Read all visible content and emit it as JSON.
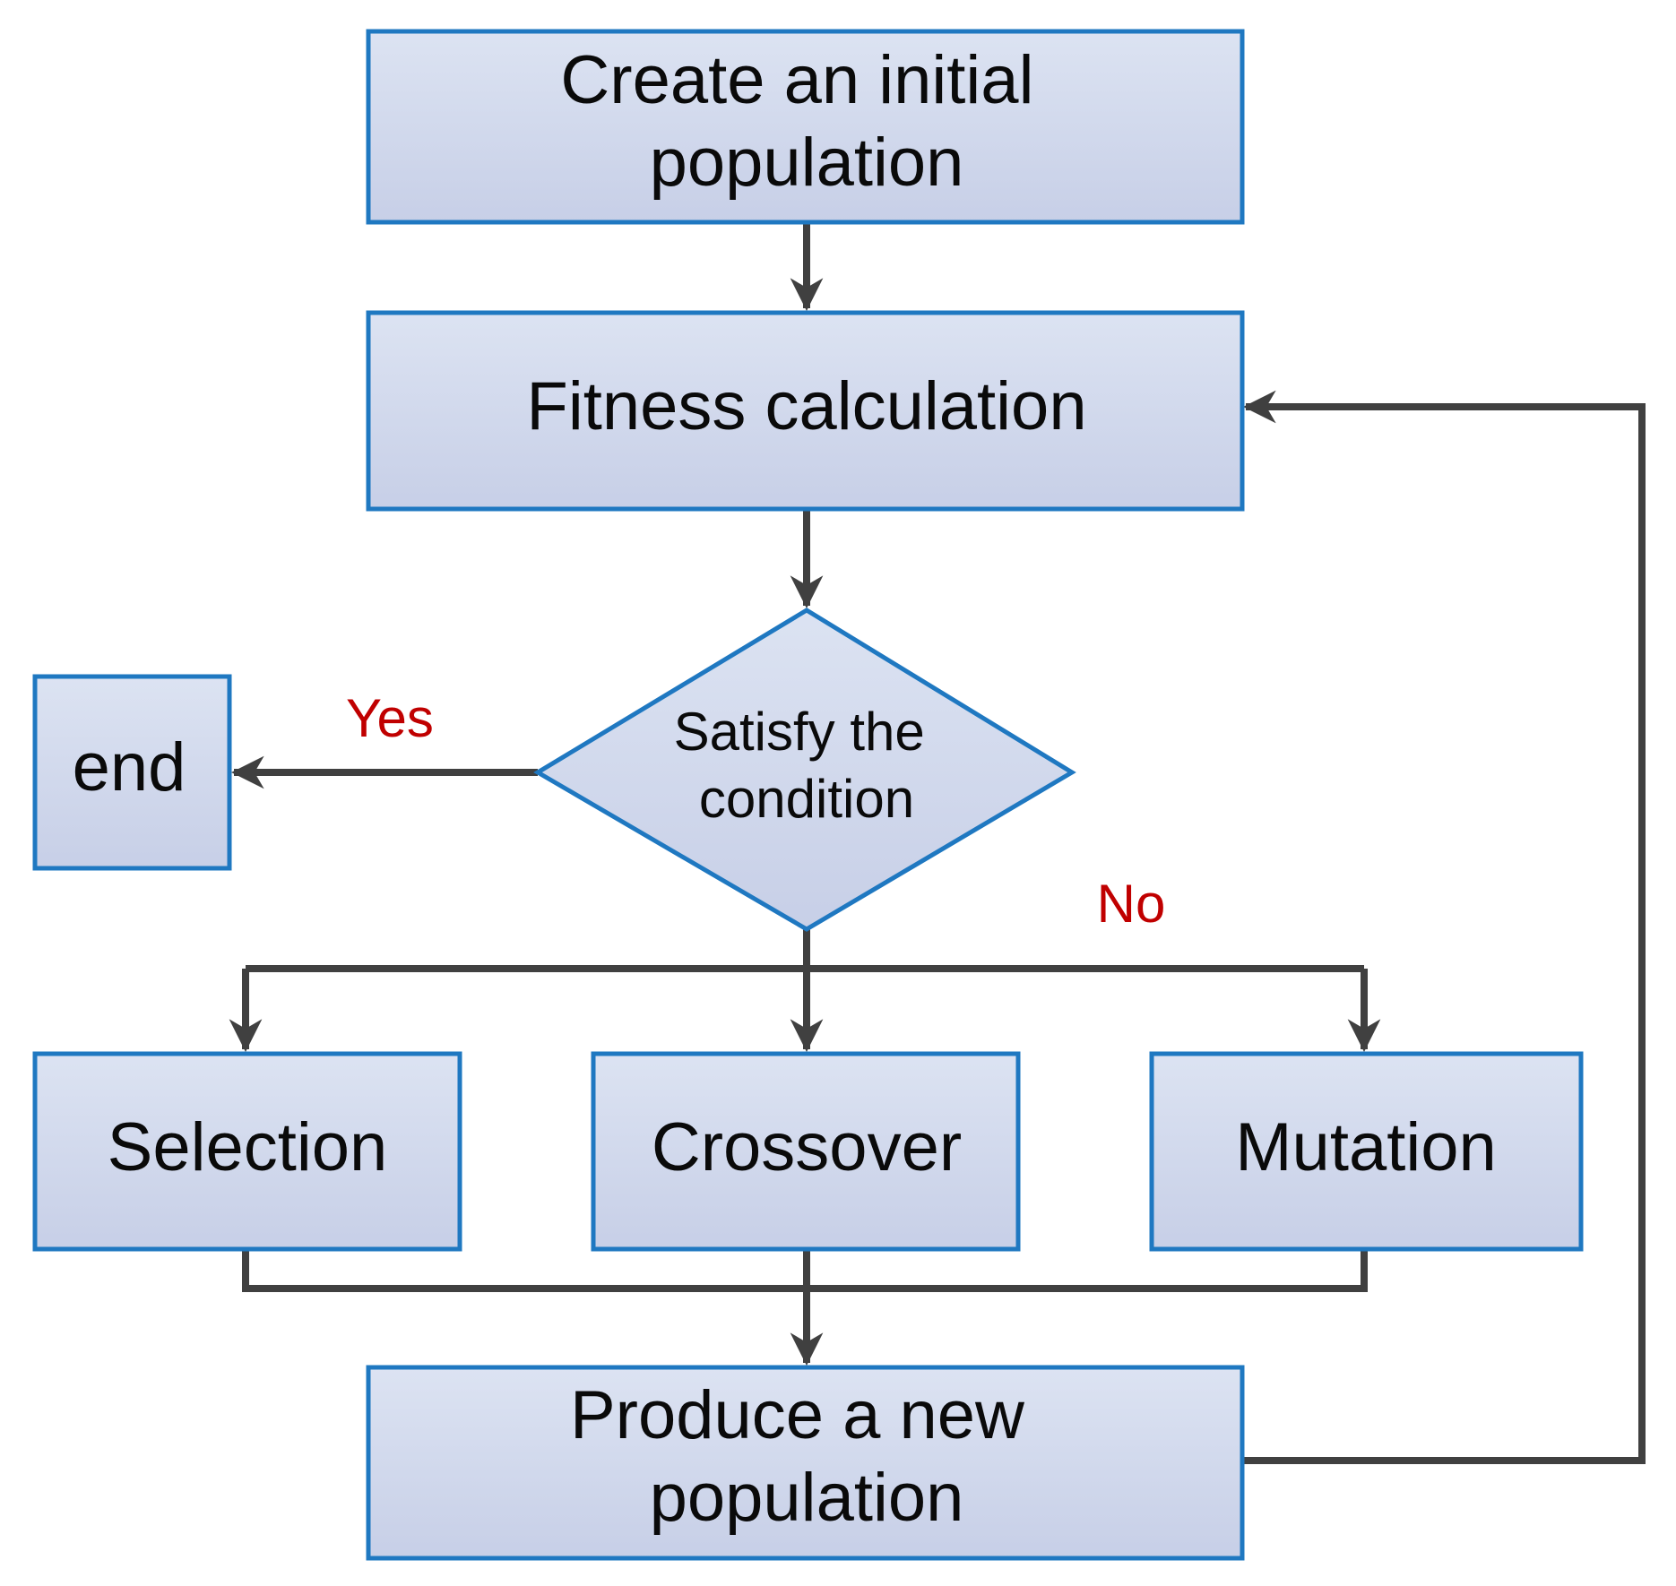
{
  "flowchart": {
    "nodes": {
      "create_initial_population": {
        "lines": [
          "Create an initial",
          "population"
        ]
      },
      "fitness_calculation": {
        "lines": [
          "Fitness calculation"
        ]
      },
      "satisfy_condition": {
        "lines": [
          "Satisfy the",
          "condition"
        ]
      },
      "end": {
        "lines": [
          "end"
        ]
      },
      "selection": {
        "lines": [
          "Selection"
        ]
      },
      "crossover": {
        "lines": [
          "Crossover"
        ]
      },
      "mutation": {
        "lines": [
          "Mutation"
        ]
      },
      "produce_new_population": {
        "lines": [
          "Produce a new",
          "population"
        ]
      }
    },
    "branch_labels": {
      "yes": "Yes",
      "no": "No"
    }
  },
  "colors": {
    "box_border": "#1f78c1",
    "box_fill_top": "#dce3f2",
    "box_fill_bottom": "#c7cfe7",
    "connector": "#404040",
    "branch_label": "#c00000"
  }
}
